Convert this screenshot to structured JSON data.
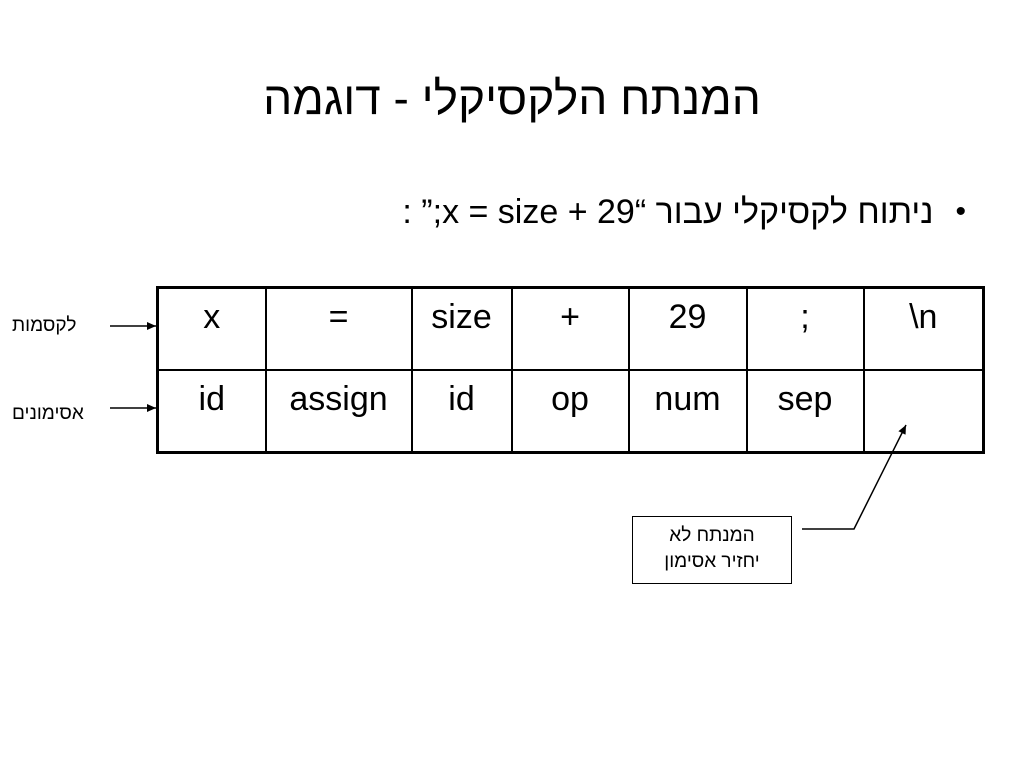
{
  "title": "המנתח הלקסיקלי - דוגמה",
  "bullet": {
    "marker": "•",
    "text": "ניתוח לקסיקלי עבור “x = size + 29;” :"
  },
  "labels": {
    "lexemes": "לקסמות",
    "tokens": "אסימונים"
  },
  "table": {
    "lexemes": [
      "x",
      "=",
      "size",
      "+",
      "29",
      ";",
      "\\n"
    ],
    "tokens": [
      "id",
      "assign",
      "id",
      "op",
      "num",
      "sep",
      ""
    ]
  },
  "note": {
    "line1": "המנתח לא",
    "line2": "יחזיר אסימון"
  }
}
